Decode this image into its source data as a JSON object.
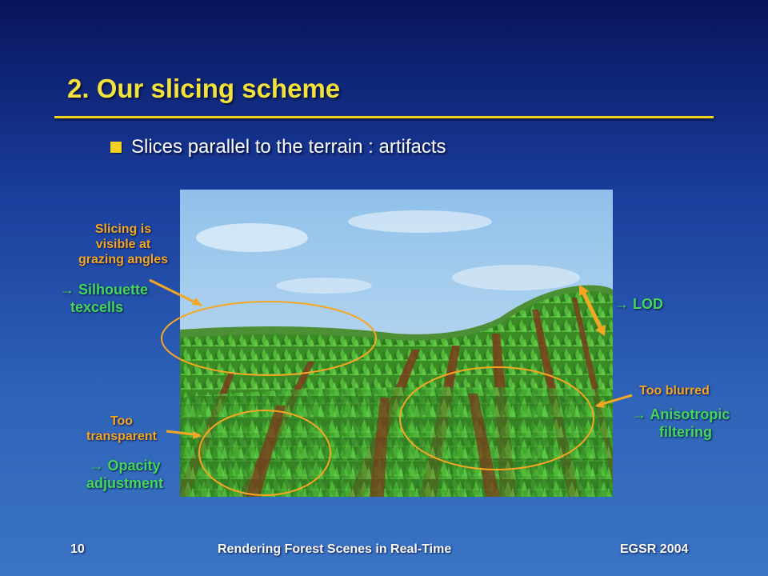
{
  "slide": {
    "title": "2. Our slicing scheme",
    "bullet": "Slices parallel to the terrain : artifacts"
  },
  "annotations": {
    "slicing_visible": [
      "Slicing is",
      "visible at",
      "grazing angles"
    ],
    "silhouette": [
      "→ Silhouette",
      "texcells"
    ],
    "too_transparent": [
      "Too",
      "transparent"
    ],
    "opacity": [
      "→ Opacity",
      "adjustment"
    ],
    "lod": "→ LOD",
    "too_blurred": "Too blurred",
    "anisotropic": [
      "→ Anisotropic",
      "filtering"
    ]
  },
  "footer": {
    "page_number": "10",
    "presentation_title": "Rendering Forest Scenes in Real-Time",
    "conference": "EGSR 2004"
  },
  "colors": {
    "title": "#f2e23a",
    "annotation_orange": "#f7a623",
    "annotation_green": "#46d65a"
  }
}
